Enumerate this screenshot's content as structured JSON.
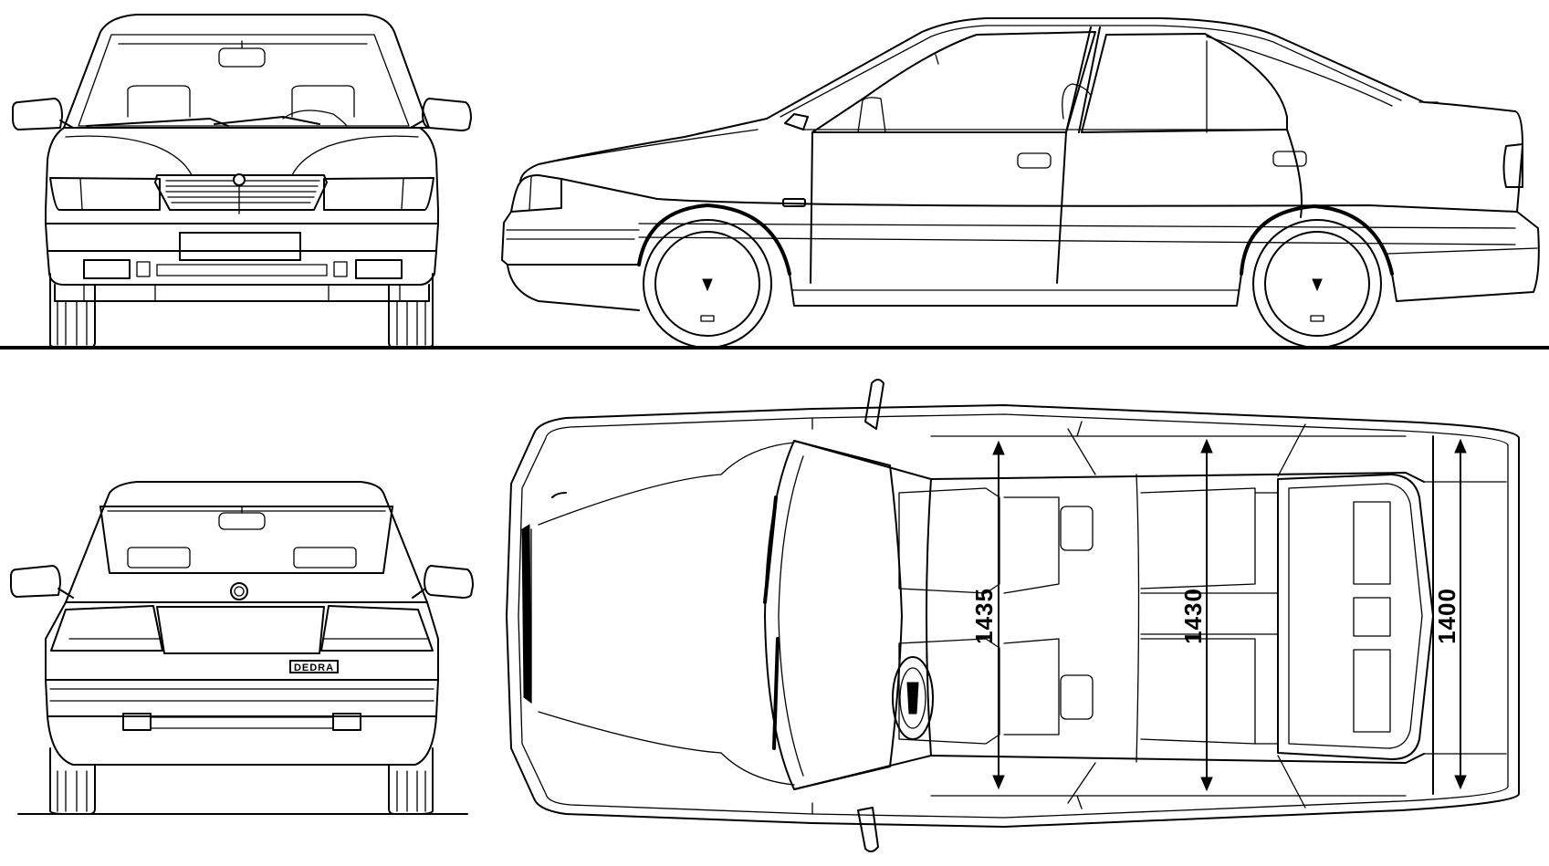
{
  "views": {
    "front": "front-view",
    "side": "side-view",
    "rear": "rear-view",
    "top": "top-view"
  },
  "dimensions": {
    "front_track": "1435",
    "interior_width": "1430",
    "rear_track": "1400"
  },
  "rear_badge": "DEDRA",
  "colors": {
    "ink": "#000000",
    "paper": "#ffffff"
  }
}
